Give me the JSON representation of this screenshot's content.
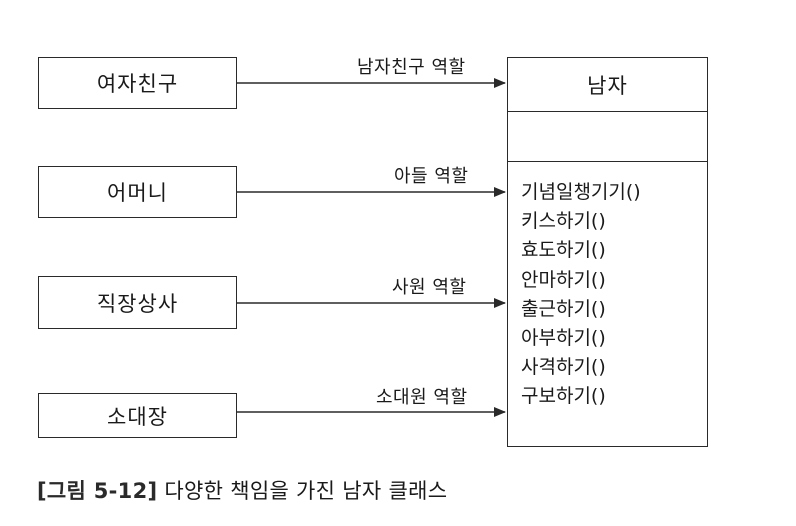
{
  "roles": [
    {
      "name": "여자친구",
      "label": "남자친구 역할"
    },
    {
      "name": "어머니",
      "label": "아들 역할"
    },
    {
      "name": "직장상사",
      "label": "사원 역할"
    },
    {
      "name": "소대장",
      "label": "소대원 역할"
    }
  ],
  "class_box": {
    "name": "남자",
    "methods": [
      "기념일챙기기()",
      "키스하기()",
      "효도하기()",
      "안마하기()",
      "출근하기()",
      "아부하기()",
      "사격하기()",
      "구보하기()"
    ]
  },
  "caption": {
    "figure": "[그림 5-12]",
    "text": "다양한 책임을 가진 남자 클래스"
  }
}
